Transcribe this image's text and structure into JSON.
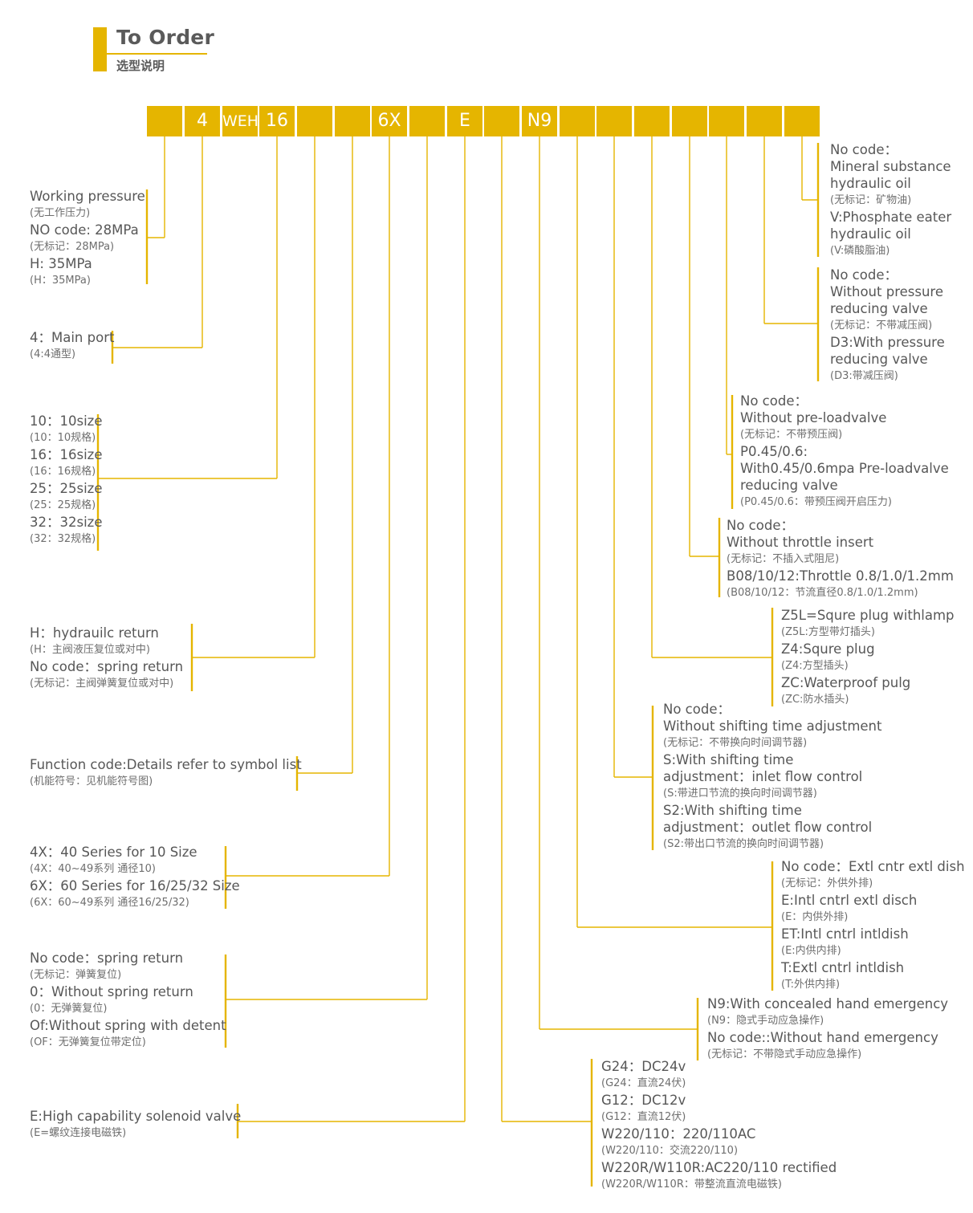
{
  "header": {
    "title": "To Order",
    "subtitle": "选型说明"
  },
  "colors": {
    "accent": "#e5b500",
    "text": "#575757",
    "subtext": "#6e6e6e"
  },
  "code_boxes": [
    "",
    "4",
    "WEH",
    "16",
    "",
    "",
    "6X",
    "",
    "E",
    "",
    "N9",
    "",
    "",
    "",
    "",
    "",
    "",
    ""
  ],
  "groups": [
    {
      "id": "working-pressure",
      "lines": [
        {
          "t": "Working pressure",
          "k": "t"
        },
        {
          "t": "(无工作压力)",
          "k": "s"
        },
        {
          "t": "NO code: 28MPa",
          "k": "t"
        },
        {
          "t": "(无标记：28MPa)",
          "k": "s"
        },
        {
          "t": "H: 35MPa",
          "k": "t"
        },
        {
          "t": "(H：35MPa)",
          "k": "s"
        }
      ]
    },
    {
      "id": "main-port",
      "lines": [
        {
          "t": "4：Main port",
          "k": "t"
        },
        {
          "t": "(4:4通型)",
          "k": "s"
        }
      ]
    },
    {
      "id": "size",
      "lines": [
        {
          "t": "10：10size",
          "k": "t"
        },
        {
          "t": "(10：10规格)",
          "k": "s"
        },
        {
          "t": "16：16size",
          "k": "t"
        },
        {
          "t": "(16：16规格)",
          "k": "s"
        },
        {
          "t": "25：25size",
          "k": "t"
        },
        {
          "t": "(25：25规格)",
          "k": "s"
        },
        {
          "t": "32：32size",
          "k": "t"
        },
        {
          "t": "(32：32规格)",
          "k": "s"
        }
      ]
    },
    {
      "id": "return-type",
      "lines": [
        {
          "t": "H：hydrauilc return",
          "k": "t"
        },
        {
          "t": "(H：主阀液压复位或对中)",
          "k": "s"
        },
        {
          "t": "No code：spring return",
          "k": "t"
        },
        {
          "t": "(无标记：主阀弹簧复位或对中)",
          "k": "s"
        }
      ]
    },
    {
      "id": "function-code",
      "lines": [
        {
          "t": "Function code:Details refer to symbol list",
          "k": "t"
        },
        {
          "t": "(机能符号：见机能符号图)",
          "k": "s"
        }
      ]
    },
    {
      "id": "series",
      "lines": [
        {
          "t": "4X：40 Series for 10 Size",
          "k": "t"
        },
        {
          "t": "(4X：40~49系列 通径10)",
          "k": "s"
        },
        {
          "t": "6X：60 Series for 16/25/32 Size",
          "k": "t"
        },
        {
          "t": "(6X：60~49系列 通径16/25/32)",
          "k": "s"
        }
      ]
    },
    {
      "id": "spring",
      "lines": [
        {
          "t": "No code：spring return",
          "k": "t"
        },
        {
          "t": "(无标记：弹簧复位)",
          "k": "s"
        },
        {
          "t": "0：Without spring return",
          "k": "t"
        },
        {
          "t": "(0：无弹簧复位)",
          "k": "s"
        },
        {
          "t": "Of:Without spring with detent",
          "k": "t"
        },
        {
          "t": "(OF：无弹簧复位带定位)",
          "k": "s"
        }
      ]
    },
    {
      "id": "solenoid",
      "lines": [
        {
          "t": "E:High capability solenoid valve",
          "k": "t"
        },
        {
          "t": "(E=螺纹连接电磁铁)",
          "k": "s"
        }
      ]
    },
    {
      "id": "voltage",
      "lines": [
        {
          "t": "G24：DC24v",
          "k": "t"
        },
        {
          "t": "(G24：直流24伏)",
          "k": "s"
        },
        {
          "t": "G12：DC12v",
          "k": "t"
        },
        {
          "t": "(G12：直流12伏)",
          "k": "s"
        },
        {
          "t": "W220/110：220/110AC",
          "k": "t"
        },
        {
          "t": "(W220/110：交流220/110)",
          "k": "s"
        },
        {
          "t": "W220R/W110R:AC220/110 rectified",
          "k": "t"
        },
        {
          "t": "(W220R/W110R：带整流直流电磁铁)",
          "k": "s"
        }
      ]
    },
    {
      "id": "hand-emergency",
      "lines": [
        {
          "t": "N9:With concealed hand emergency",
          "k": "t"
        },
        {
          "t": "(N9：隐式手动应急操作)",
          "k": "s"
        },
        {
          "t": "No code::Without hand emergency",
          "k": "t"
        },
        {
          "t": "(无标记：不带隐式手动应急操作)",
          "k": "s"
        }
      ]
    },
    {
      "id": "pilot-drain",
      "lines": [
        {
          "t": "No code：Extl cntr extl dish",
          "k": "t"
        },
        {
          "t": "(无标记：外供外排)",
          "k": "s"
        },
        {
          "t": "E:Intl cntrl extl disch",
          "k": "t"
        },
        {
          "t": "(E：内供外排)",
          "k": "s"
        },
        {
          "t": "ET:Intl cntrl intldish",
          "k": "t"
        },
        {
          "t": "(E:内供内排)",
          "k": "s"
        },
        {
          "t": "T:Extl cntrl intldish",
          "k": "t"
        },
        {
          "t": "(T:外供内排)",
          "k": "s"
        }
      ]
    },
    {
      "id": "shifting-time",
      "lines": [
        {
          "t": "No code：",
          "k": "t"
        },
        {
          "t": "Without shifting time adjustment",
          "k": "t"
        },
        {
          "t": "(无标记：不带换向时间调节器)",
          "k": "s"
        },
        {
          "t": "S:With shifting time",
          "k": "t"
        },
        {
          "t": "adjustment：inlet flow control",
          "k": "t"
        },
        {
          "t": "(S:带进口节流的换向时间调节器)",
          "k": "s"
        },
        {
          "t": "S2:With shifting time",
          "k": "t"
        },
        {
          "t": "adjustment：outlet flow control",
          "k": "t"
        },
        {
          "t": "(S2:带出口节流的换向时间调节器)",
          "k": "s"
        }
      ]
    },
    {
      "id": "plug",
      "lines": [
        {
          "t": "Z5L=Squre plug withlamp",
          "k": "t"
        },
        {
          "t": "(Z5L:方型带灯插头)",
          "k": "s"
        },
        {
          "t": "Z4:Squre plug",
          "k": "t"
        },
        {
          "t": "(Z4:方型插头)",
          "k": "s"
        },
        {
          "t": "ZC:Waterproof pulg",
          "k": "t"
        },
        {
          "t": "(ZC:防水插头)",
          "k": "s"
        }
      ]
    },
    {
      "id": "throttle",
      "lines": [
        {
          "t": "No code：",
          "k": "t"
        },
        {
          "t": "Without throttle insert",
          "k": "t"
        },
        {
          "t": "(无标记：不插入式阻尼)",
          "k": "s"
        },
        {
          "t": "B08/10/12:Throttle 0.8/1.0/1.2mm",
          "k": "t"
        },
        {
          "t": "(B08/10/12：节流直径0.8/1.0/1.2mm)",
          "k": "s"
        }
      ]
    },
    {
      "id": "preload",
      "lines": [
        {
          "t": "No code：",
          "k": "t"
        },
        {
          "t": "Without pre-loadvalve",
          "k": "t"
        },
        {
          "t": "(无标记：不带预压阀)",
          "k": "s"
        },
        {
          "t": "P0.45/0.6:",
          "k": "t"
        },
        {
          "t": "With0.45/0.6mpa Pre-loadvalve",
          "k": "t"
        },
        {
          "t": "reducing valve",
          "k": "t"
        },
        {
          "t": "(P0.45/0.6：带预压阀开启压力)",
          "k": "s"
        }
      ]
    },
    {
      "id": "pressure-reducing",
      "lines": [
        {
          "t": "No code：",
          "k": "t"
        },
        {
          "t": "Without pressure",
          "k": "t"
        },
        {
          "t": "reducing valve",
          "k": "t"
        },
        {
          "t": "(无标记：不带减压阀)",
          "k": "s"
        },
        {
          "t": "D3:With pressure",
          "k": "t"
        },
        {
          "t": "reducing valve",
          "k": "t"
        },
        {
          "t": "(D3:带减压阀)",
          "k": "s"
        }
      ]
    },
    {
      "id": "seal",
      "lines": [
        {
          "t": "No code：",
          "k": "t"
        },
        {
          "t": "Mineral substance",
          "k": "t"
        },
        {
          "t": "hydraulic oil",
          "k": "t"
        },
        {
          "t": "(无标记：矿物油)",
          "k": "s"
        },
        {
          "t": "V:Phosphate eater",
          "k": "t"
        },
        {
          "t": "hydraulic oil",
          "k": "t"
        },
        {
          "t": "(V:磷酸脂油)",
          "k": "s"
        }
      ]
    }
  ]
}
